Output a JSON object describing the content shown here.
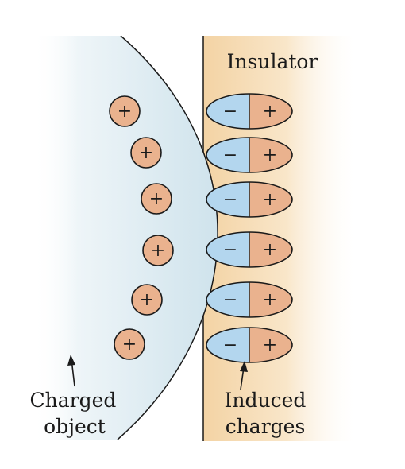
{
  "labels": {
    "insulator": "Insulator",
    "charged_object_line1": "Charged",
    "charged_object_line2": "object",
    "induced_line1": "Induced",
    "induced_line2": "charges"
  },
  "symbols": {
    "positive": "+",
    "negative": "−"
  },
  "positive_charge_count": 6,
  "induced_dipole_count": 6,
  "colors": {
    "charged_object_fill": "#d9e9f0",
    "insulator_fill": "#f5d9b0",
    "positive_charge_fill": "#eab28e",
    "negative_half_fill": "#b3d6ee",
    "outline": "#1a1a1a"
  }
}
